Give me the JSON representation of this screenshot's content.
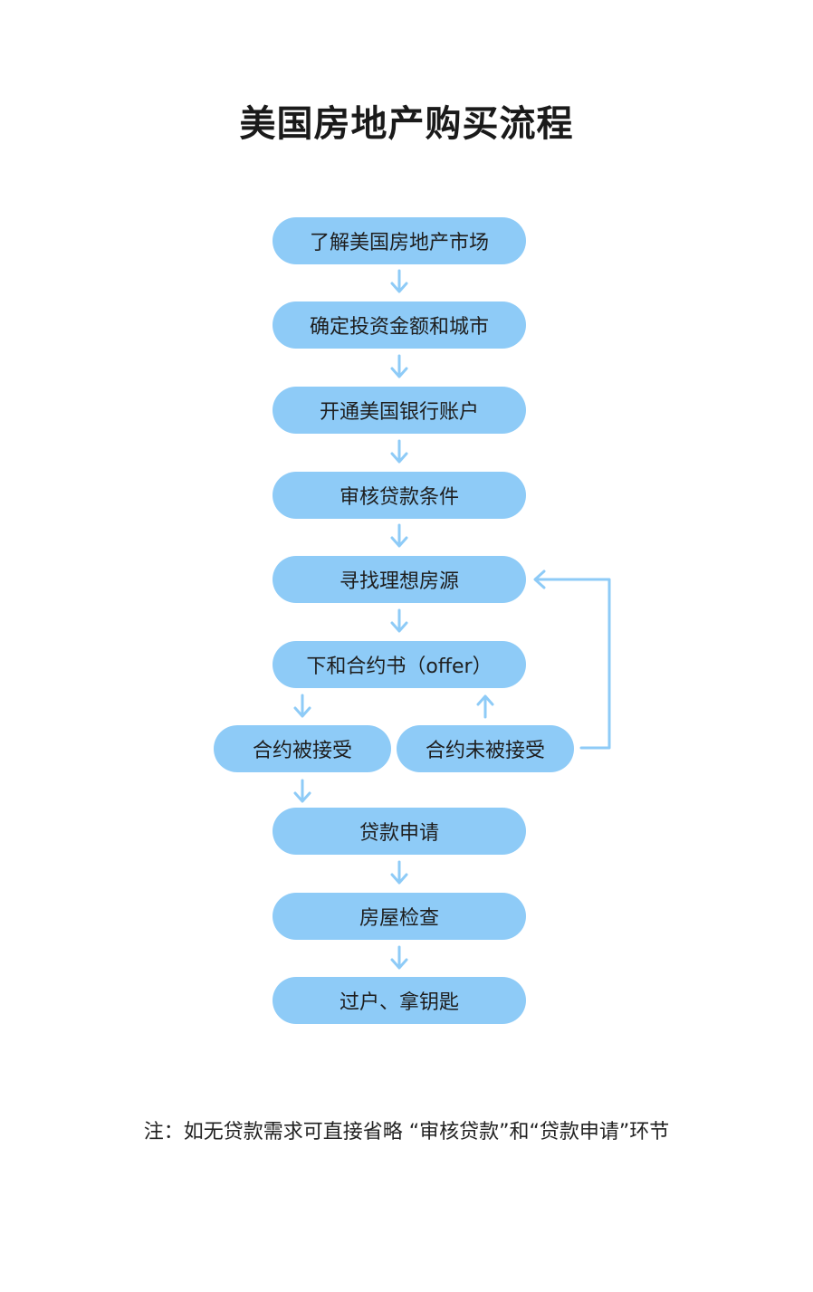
{
  "title": "美国房地产购买流程",
  "colors": {
    "node_fill": "#8ecbf7",
    "arrow": "#8ecbf7"
  },
  "steps": [
    {
      "label": "了解美国房地产市场"
    },
    {
      "label": "确定投资金额和城市"
    },
    {
      "label": "开通美国银行账户"
    },
    {
      "label": "审核贷款条件"
    },
    {
      "label": "寻找理想房源"
    },
    {
      "label": "下和合约书（offer）"
    }
  ],
  "branch": {
    "accepted": "合约被接受",
    "not_accepted": "合约未被接受"
  },
  "final_steps": [
    {
      "label": "贷款申请"
    },
    {
      "label": "房屋检查"
    },
    {
      "label": "过户、拿钥匙"
    }
  ],
  "note": "注：如无贷款需求可直接省略 “审核贷款”和“贷款申请”环节"
}
